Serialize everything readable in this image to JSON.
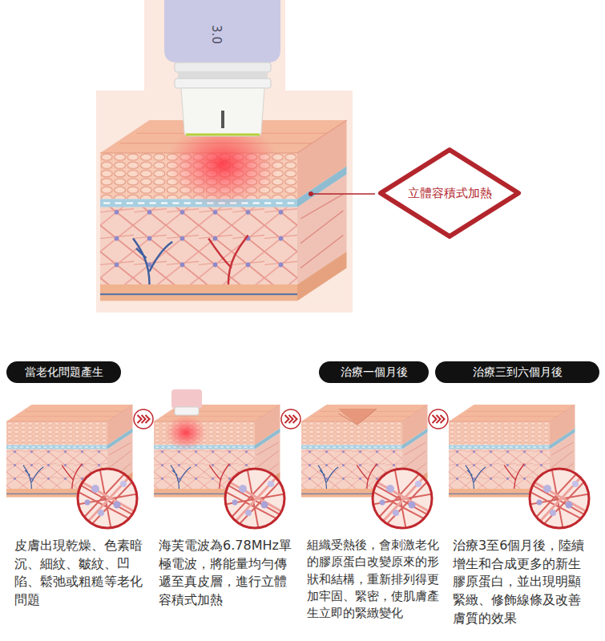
{
  "diagram": {
    "nodes": [
      {
        "text": [
          "立體容積式加熱"
        ]
      },
      {
        "text": [
          "當老化問題產生"
        ]
      },
      {
        "text": [
          "治療一個月後"
        ]
      },
      {
        "text": [
          "治療三到六個月後"
        ]
      }
    ],
    "labels": [
      "3.0",
      "皮膚出現乾燥、色素暗沉、細紋、皺紋、凹陷、鬆弛或粗糙等老化問題",
      "海芙電波為6.78MHz單極電波，將能量均勻傳遞至真皮層，進行立體容積式加熱",
      "組織受熱後，會刺激老化的膠原蛋白改變原來的形狀和結構，重新排列得更加牢固、緊密，使肌膚產生立即的緊緻變化",
      "治療3至6個月後，陸續增生和合成更多的新生膠原蛋白，並出現明顯緊緻、修飾線條及改善膚質的效果"
    ]
  }
}
